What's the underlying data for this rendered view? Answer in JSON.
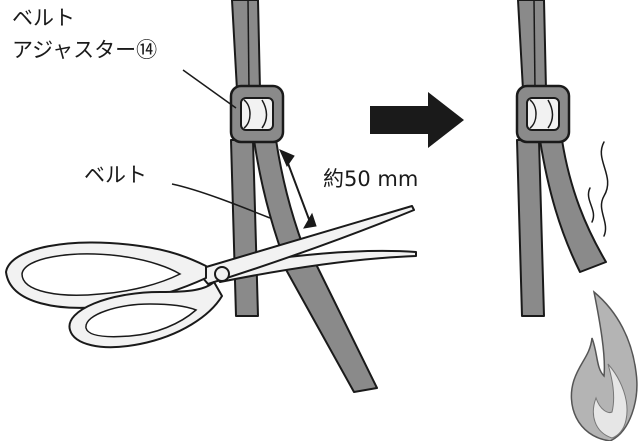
{
  "labels": {
    "belt_top": "ベルト",
    "belt_adjuster": "アジャスター⑭",
    "belt_mid": "ベルト",
    "cut_length": "約50 mm"
  },
  "colors": {
    "belt_fill": "#8a8a8a",
    "belt_stroke": "#1a1a1a",
    "flame_fill": "#b4b4b4",
    "flame_inner": "#e6e6e6",
    "arrow_fill": "#1a1a1a",
    "scissors_fill": "#f2f2f2"
  },
  "icons": {
    "step_arrow": "right-arrow-icon",
    "cutting_tool": "scissors-icon",
    "heat_source": "flame-icon"
  }
}
